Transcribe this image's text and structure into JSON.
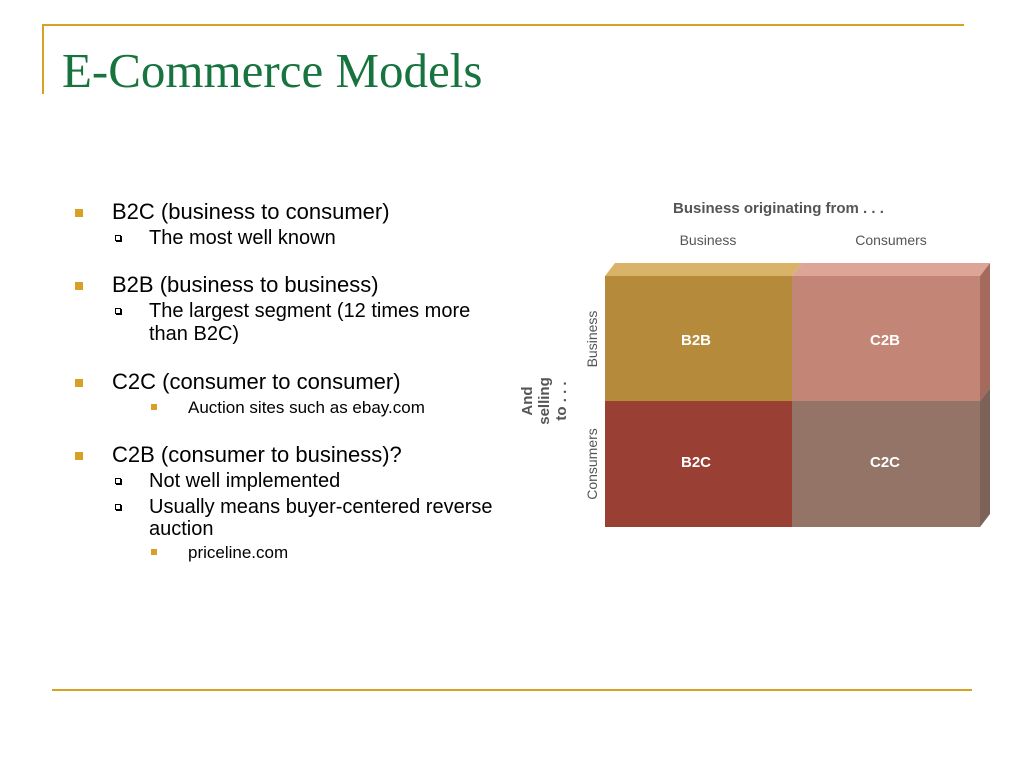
{
  "slide": {
    "title": "E-Commerce Models"
  },
  "bullets": [
    {
      "text": "B2C (business to consumer)",
      "children": [
        {
          "text": "The most well known",
          "marker": "hollow-square"
        }
      ]
    },
    {
      "text": "B2B (business to business)",
      "children": [
        {
          "text": "The largest segment (12 times more than B2C)",
          "marker": "hollow-square"
        }
      ]
    },
    {
      "text": "C2C (consumer to consumer)",
      "children": [
        {
          "text": "Auction sites such as ebay.com",
          "marker": "filled-square"
        }
      ]
    },
    {
      "text": "C2B (consumer to business)?",
      "children": [
        {
          "text": "Not well implemented",
          "marker": "hollow-square"
        },
        {
          "text": "Usually means buyer-centered reverse auction",
          "marker": "hollow-square",
          "children": [
            {
              "text": "priceline.com",
              "marker": "filled-square"
            }
          ]
        }
      ]
    }
  ],
  "diagram": {
    "top_label": "Business originating from . . .",
    "column_headers": [
      "Business",
      "Consumers"
    ],
    "side_label_lines": [
      "And",
      "selling",
      "to . . ."
    ],
    "row_headers": [
      "Business",
      "Consumers"
    ],
    "cells": [
      {
        "label": "B2B",
        "color": "#b58a3a"
      },
      {
        "label": "C2B",
        "color": "#c38575"
      },
      {
        "label": "B2C",
        "color": "#9a3f34"
      },
      {
        "label": "C2C",
        "color": "#957468"
      }
    ],
    "colors": {
      "top_face_left": "#d9b36a",
      "top_face_right": "#dca596",
      "side_face_top": "#a46a5e",
      "side_face_bottom": "#7d6259",
      "header_text": "#555555"
    }
  },
  "colors": {
    "accent": "#d8a126",
    "title": "#17743f"
  }
}
